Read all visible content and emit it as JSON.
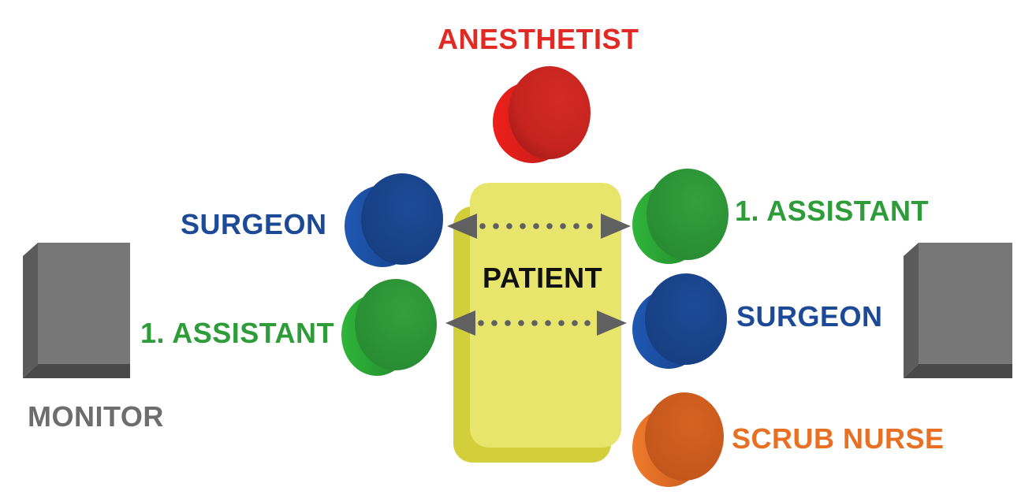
{
  "labels": {
    "anesthetist": "ANESTHETIST",
    "surgeon_left": "SURGEON",
    "assistant_left": "1. ASSISTANT",
    "assistant_right": "1. ASSISTANT",
    "surgeon_right": "SURGEON",
    "patient": "PATIENT",
    "monitor": "MONITOR",
    "scrub_nurse": "SCRUB NURSE"
  },
  "colors": {
    "anesthetist": "#e02a23",
    "surgeon": "#1c4a96",
    "assistant": "#2e9c39",
    "scrub_nurse": "#e87025",
    "monitor": "#6d6d6d",
    "patient": "#e7e46a",
    "arrow": "#606060",
    "patient_text": "#111111"
  }
}
